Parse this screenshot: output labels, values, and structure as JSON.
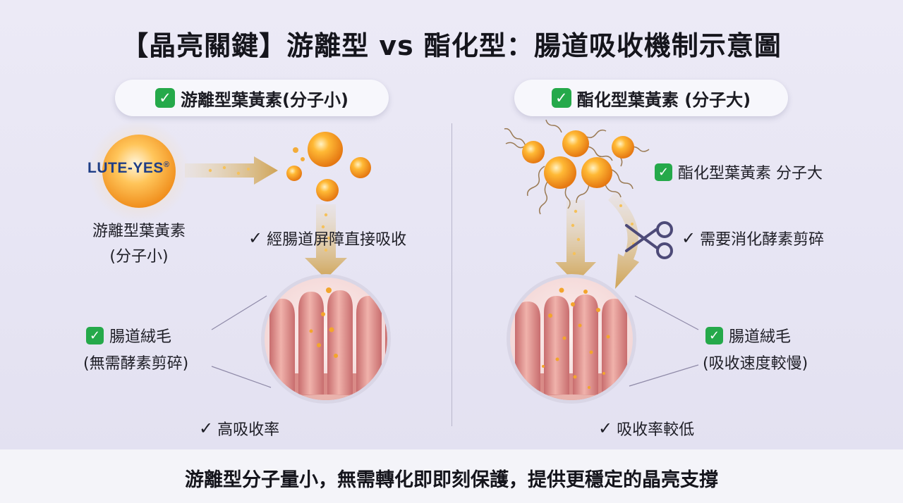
{
  "title": "【晶亮關鍵】游離型 vs 酯化型：腸道吸收機制示意圖",
  "left": {
    "header": "游離型葉黃素(分子小)",
    "logo": "LUTE-YES",
    "logo_mark": "®",
    "source_label_line1": "游離型葉黃素",
    "source_label_line2": "(分子小)",
    "absorb_label": "經腸道屏障直接吸收",
    "villi_label_line1": "腸道絨毛",
    "villi_label_line2": "(無需酵素剪碎)",
    "rate_label": "高吸收率"
  },
  "right": {
    "header": "酯化型葉黃素 (分子大)",
    "molecule_label": "酯化型葉黃素 分子大",
    "enzyme_label": "需要消化酵素剪碎",
    "villi_label_line1": "腸道絨毛",
    "villi_label_line2": "(吸收速度較慢)",
    "rate_label": "吸收率較低"
  },
  "footer": "游離型分子量小，無需轉化即即刻保護，提供更穩定的晶亮支撐",
  "icons": {
    "check": "✓",
    "tick": "✓",
    "scissors": "scissors-icon"
  },
  "colors": {
    "check_green": "#25a94a",
    "orb_orange": "#f29a1e",
    "villi_pink": "#e7a6a0",
    "arrow_gold": "#d9b56c"
  }
}
